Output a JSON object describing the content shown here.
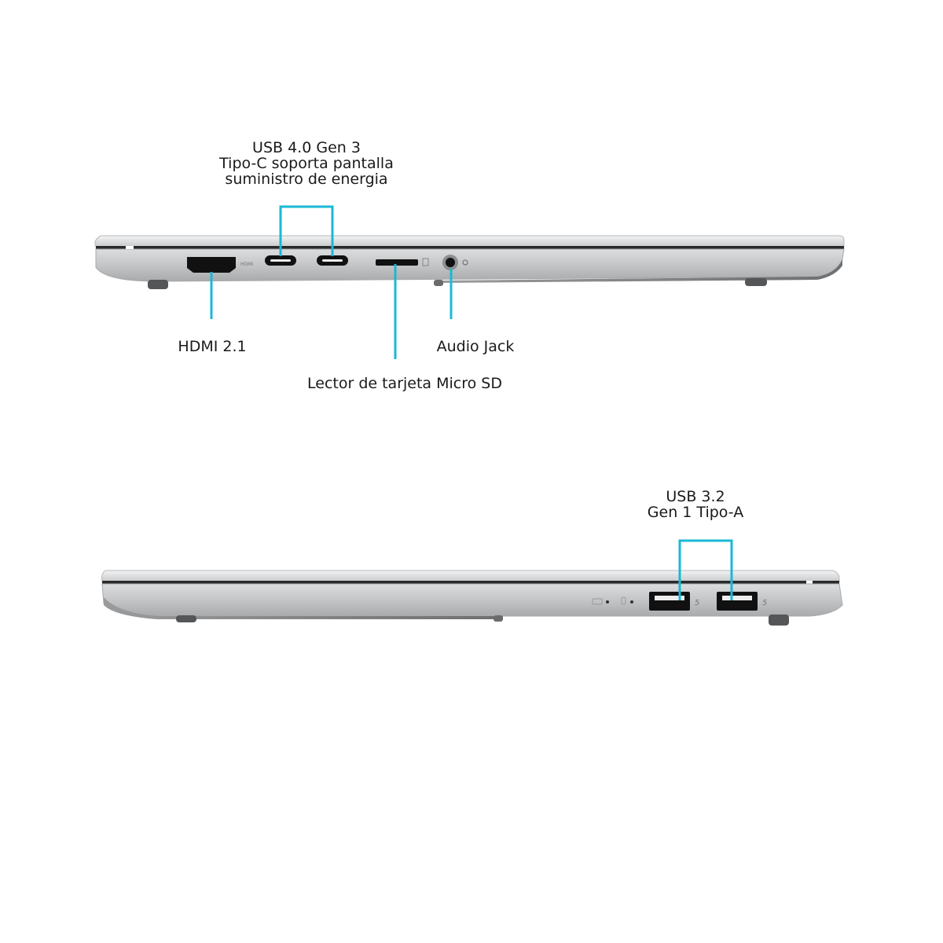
{
  "labels": {
    "usb4": {
      "line1": "USB 4.0 Gen 3",
      "line2": "Tipo-C soporta pantalla",
      "line3": "suministro de energia"
    },
    "hdmi": "HDMI 2.1",
    "audio_jack": "Audio Jack",
    "sd_reader": "Lector de tarjeta Micro SD",
    "usb32": {
      "line1": "USB 3.2",
      "line2": "Gen 1 Tipo-A"
    }
  },
  "port_marks": {
    "hdmi_small_text": "HDMI",
    "usb_speed_mark_1": "5",
    "usb_speed_mark_2": "5"
  },
  "colors": {
    "callout": "#19b9d6",
    "chassis_light": "#e8e9eb",
    "chassis_mid": "#c9cacc",
    "chassis_dark": "#8e8f91",
    "port_black": "#111111"
  }
}
